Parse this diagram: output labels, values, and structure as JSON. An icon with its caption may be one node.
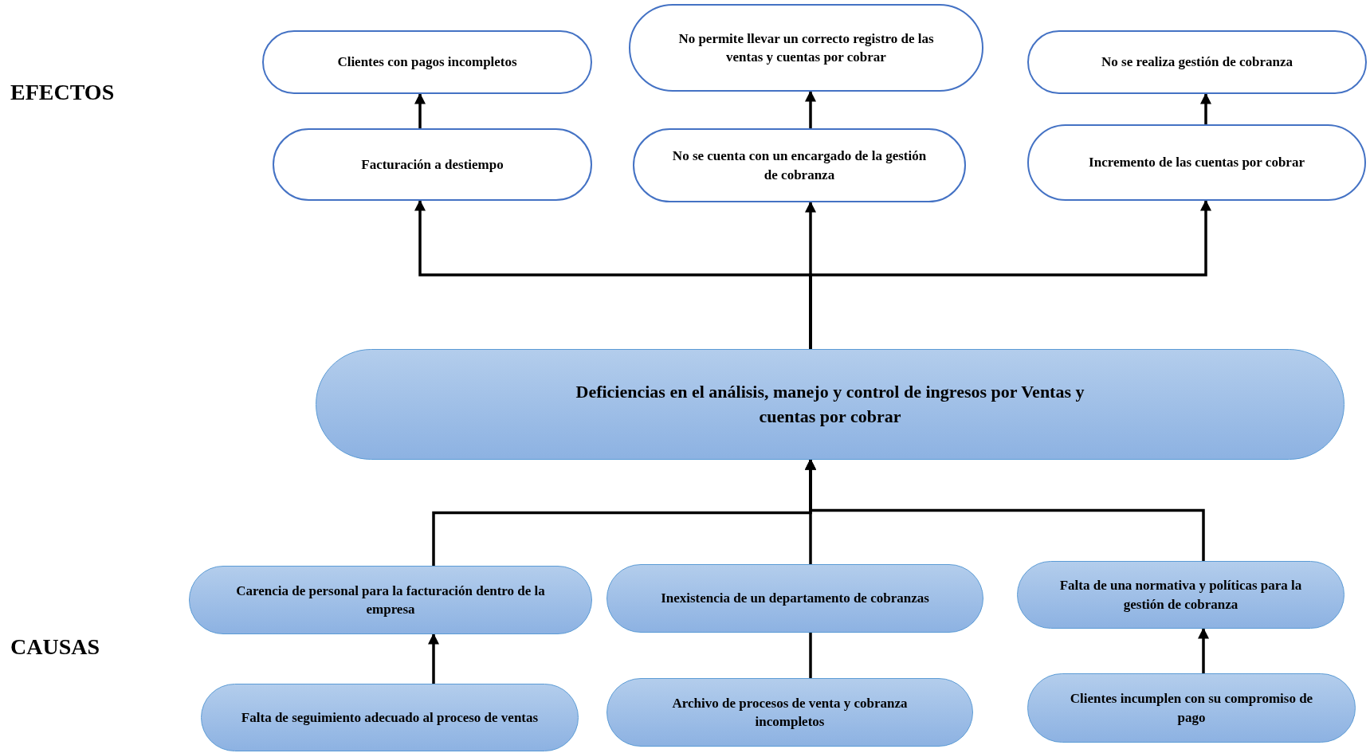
{
  "diagram": {
    "nodes": [
      {
        "text": [
          "Clientes con pagos incompletos"
        ]
      },
      {
        "text": [
          "No permite llevar un correcto registro de las ventas y cuentas por cobrar"
        ]
      },
      {
        "text": [
          "No se realiza gestión de cobranza"
        ]
      },
      {
        "text": [
          "Facturación a destiempo"
        ]
      },
      {
        "text": [
          "No se cuenta con un encargado de la gestión de cobranza"
        ]
      },
      {
        "text": [
          "Incremento de las cuentas por cobrar"
        ]
      },
      {
        "text": [
          "Deficiencias en el análisis, manejo y control de ingresos por Ventas y cuentas por cobrar"
        ]
      },
      {
        "text": [
          "Carencia de personal para la facturación dentro de la empresa"
        ]
      },
      {
        "text": [
          "Inexistencia de un departamento de cobranzas"
        ]
      },
      {
        "text": [
          "Falta de una normativa y políticas para la gestión de cobranza"
        ]
      },
      {
        "text": [
          "Falta de seguimiento adecuado al proceso de ventas"
        ]
      },
      {
        "text": [
          "Archivo de procesos de venta y cobranza incompletos"
        ]
      },
      {
        "text": [
          "Clientes incumplen con su compromiso de pago"
        ]
      }
    ],
    "edges": [
      {
        "from": 3,
        "to": 0,
        "arrow": "to"
      },
      {
        "from": 4,
        "to": 1,
        "arrow": "to"
      },
      {
        "from": 5,
        "to": 2,
        "arrow": "to"
      },
      {
        "from": 6,
        "to": 3,
        "arrow": "to"
      },
      {
        "from": 6,
        "to": 4,
        "arrow": "to"
      },
      {
        "from": 6,
        "to": 5,
        "arrow": "to"
      },
      {
        "from": 7,
        "to": 6,
        "arrow": "to"
      },
      {
        "from": 8,
        "to": 6,
        "arrow": "to"
      },
      {
        "from": 9,
        "to": 6,
        "arrow": "to"
      },
      {
        "from": 10,
        "to": 7,
        "arrow": "to"
      },
      {
        "from": 11,
        "to": 8,
        "arrow": "none"
      },
      {
        "from": 12,
        "to": 9,
        "arrow": "to"
      }
    ],
    "labels": [
      "EFECTOS",
      "CAUSAS"
    ]
  }
}
